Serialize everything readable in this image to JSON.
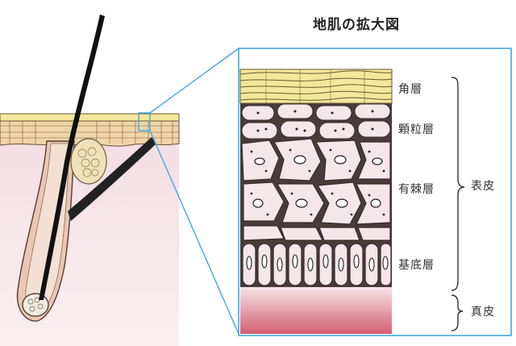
{
  "title": "地肌の拡大図",
  "labels": {
    "stratum_corneum": "角層",
    "stratum_granulosum": "顆粒層",
    "stratum_spinosum": "有棘層",
    "stratum_basale": "基底層",
    "epidermis": "表皮",
    "dermis": "真皮"
  },
  "colors": {
    "frame": "#3fa9e0",
    "horny_layer": "#f2e79a",
    "cell_fill": "#f5e6ea",
    "dermis": "#d96a78",
    "skin": "#f4dfe3",
    "hair": "#111111"
  }
}
